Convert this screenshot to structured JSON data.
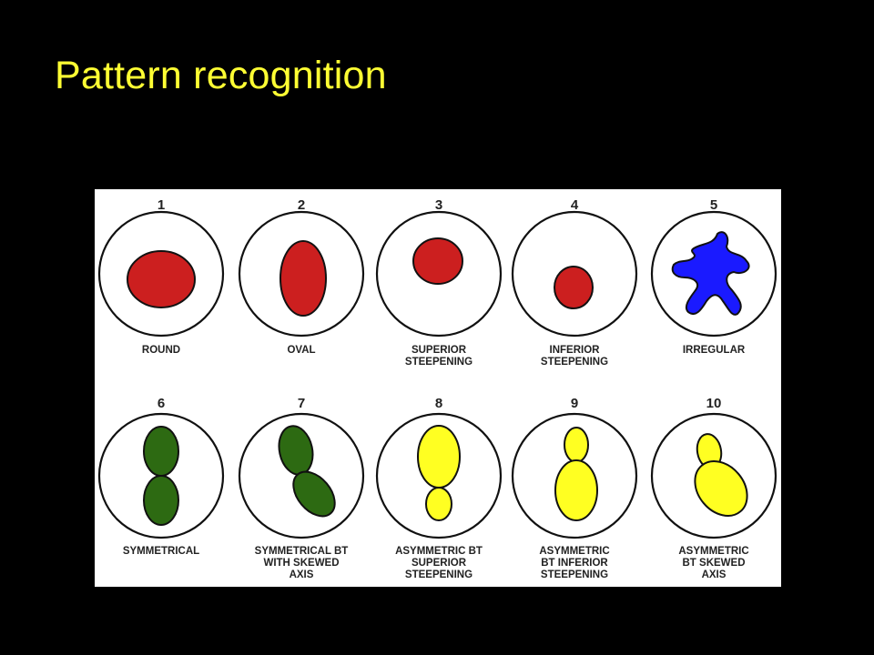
{
  "slide": {
    "title": "Pattern recognition"
  },
  "colors": {
    "background": "#000000",
    "title": "#ffff33",
    "red": "#cc1f1f",
    "blue": "#1a1aff",
    "green": "#2d6a12",
    "yellow": "#ffff22",
    "outline": "#111111"
  },
  "patterns": [
    {
      "number": "1",
      "caption": [
        "ROUND"
      ],
      "shape": "round",
      "color": "red"
    },
    {
      "number": "2",
      "caption": [
        "OVAL"
      ],
      "shape": "oval",
      "color": "red"
    },
    {
      "number": "3",
      "caption": [
        "SUPERIOR",
        "STEEPENING"
      ],
      "shape": "superior-steepening",
      "color": "red"
    },
    {
      "number": "4",
      "caption": [
        "INFERIOR",
        "STEEPENING"
      ],
      "shape": "inferior-steepening",
      "color": "red"
    },
    {
      "number": "5",
      "caption": [
        "IRREGULAR"
      ],
      "shape": "irregular",
      "color": "blue"
    },
    {
      "number": "6",
      "caption": [
        "SYMMETRICAL"
      ],
      "shape": "symmetrical-bowtie",
      "color": "green"
    },
    {
      "number": "7",
      "caption": [
        "SYMMETRICAL BT",
        "WITH SKEWED",
        "AXIS"
      ],
      "shape": "symmetrical-bowtie-skewed",
      "color": "green"
    },
    {
      "number": "8",
      "caption": [
        "ASYMMETRIC BT",
        "SUPERIOR",
        "STEEPENING"
      ],
      "shape": "asymmetric-bowtie-superior",
      "color": "yellow"
    },
    {
      "number": "9",
      "caption": [
        "ASYMMETRIC",
        "BT INFERIOR",
        "STEEPENING"
      ],
      "shape": "asymmetric-bowtie-inferior",
      "color": "yellow"
    },
    {
      "number": "10",
      "caption": [
        "ASYMMETRIC",
        "BT SKEWED",
        "AXIS"
      ],
      "shape": "asymmetric-bowtie-skewed",
      "color": "yellow"
    }
  ]
}
